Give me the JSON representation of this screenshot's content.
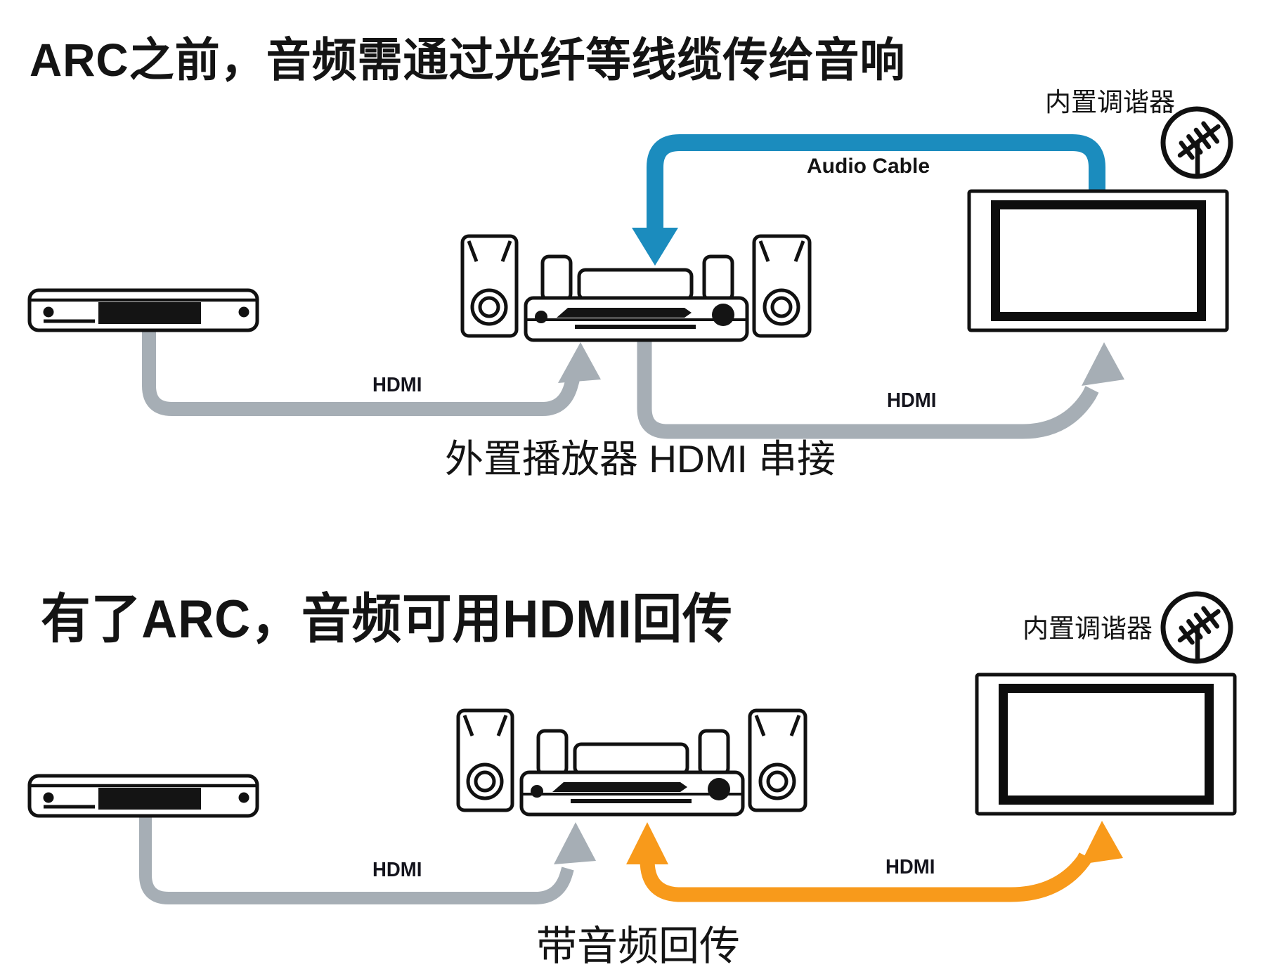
{
  "colors": {
    "audio_cable_blue": "#1b8cbe",
    "arc_return_orange": "#f89a1b",
    "hdmi_gray": "#a6aeb5",
    "ink": "#141414"
  },
  "top": {
    "title": "ARC之前，音频需通过光纤等线缆传给音响",
    "tuner_label": "内置调谐器",
    "audio_cable_label": "Audio Cable",
    "hdmi_left": "HDMI",
    "hdmi_right": "HDMI",
    "caption": "外置播放器 HDMI 串接"
  },
  "bottom": {
    "title": "有了ARC，音频可用HDMI回传",
    "tuner_label": "内置调谐器",
    "hdmi_left": "HDMI",
    "hdmi_right": "HDMI",
    "caption": "带音频回传"
  }
}
